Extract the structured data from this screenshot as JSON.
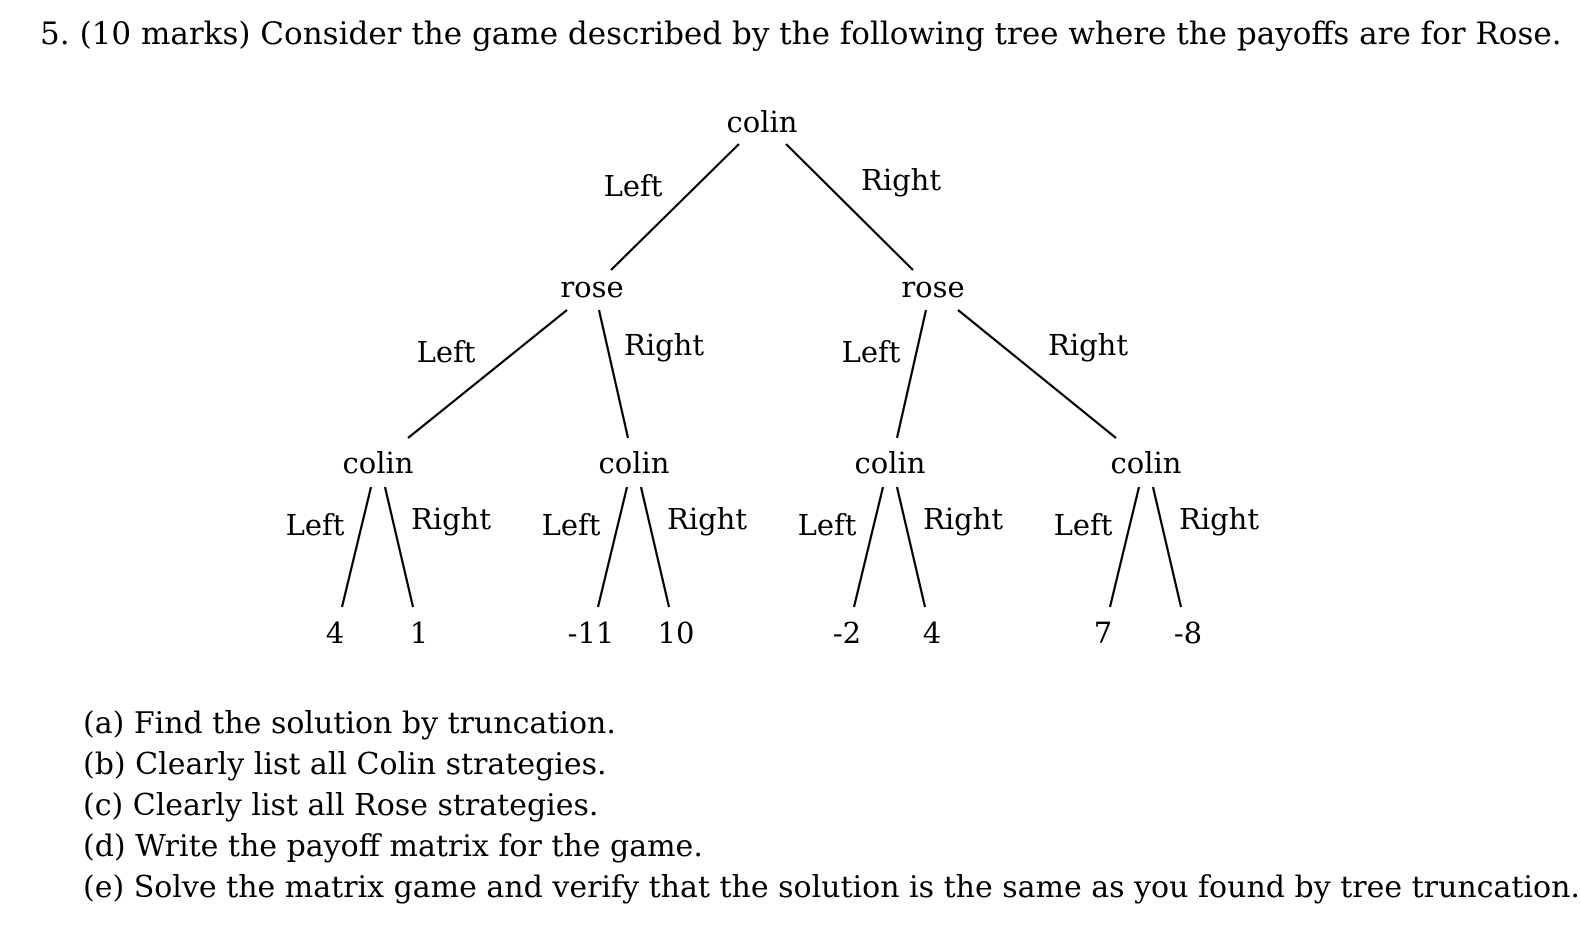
{
  "problem": {
    "number": "5.",
    "text": "(10 marks) Consider the game described by the following tree where the payoffs are for Rose."
  },
  "tree": {
    "root": {
      "player": "colin",
      "left_label": "Left",
      "right_label": "Right",
      "left": {
        "player": "rose",
        "left_label": "Left",
        "right_label": "Right",
        "left": {
          "player": "colin",
          "left_label": "Left",
          "right_label": "Right",
          "payoffs": [
            "4",
            "1"
          ]
        },
        "right": {
          "player": "colin",
          "left_label": "Left",
          "right_label": "Right",
          "payoffs": [
            "-11",
            "10"
          ]
        }
      },
      "right": {
        "player": "rose",
        "left_label": "Left",
        "right_label": "Right",
        "left": {
          "player": "colin",
          "left_label": "Left",
          "right_label": "Right",
          "payoffs": [
            "-2",
            "4"
          ]
        },
        "right": {
          "player": "colin",
          "left_label": "Left",
          "right_label": "Right",
          "payoffs": [
            "7",
            "-8"
          ]
        }
      }
    }
  },
  "questions": [
    "(a) Find the solution by truncation.",
    "(b) Clearly list all Colin strategies.",
    "(c) Clearly list all Rose strategies.",
    "(d) Write the payoff matrix for the game.",
    "(e) Solve the matrix game and verify that the solution is the same as you found by tree truncation."
  ]
}
